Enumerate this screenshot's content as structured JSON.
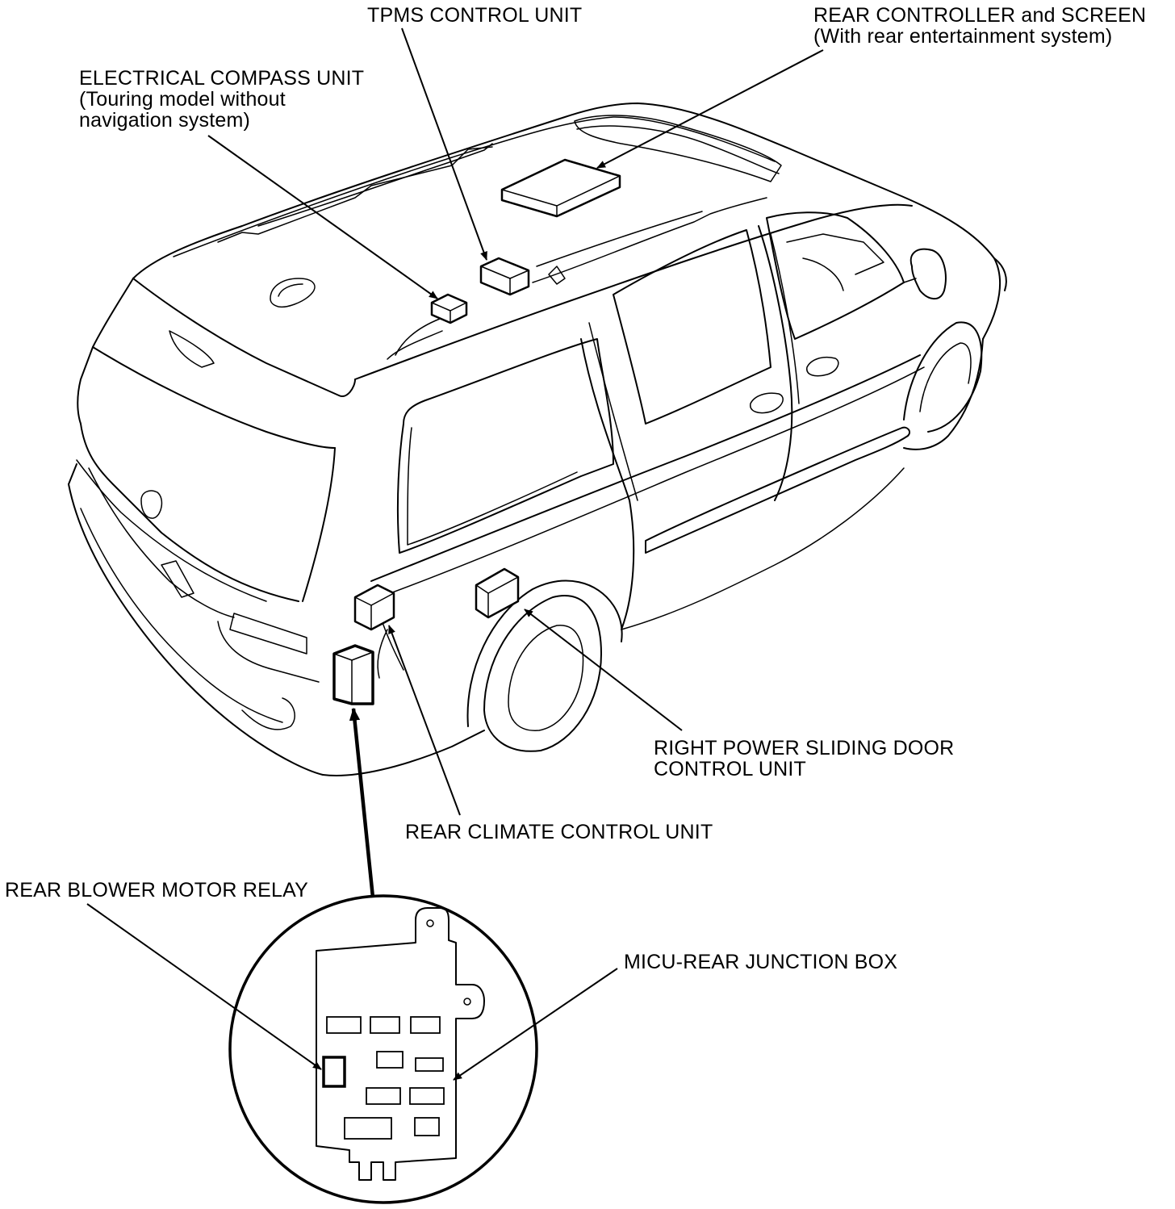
{
  "labels": {
    "tpms": "TPMS CONTROL UNIT",
    "rear_controller": [
      "REAR CONTROLLER and SCREEN",
      "(With rear entertainment system)"
    ],
    "compass": [
      "ELECTRICAL COMPASS UNIT",
      "(Touring model without",
      "navigation system)"
    ],
    "sliding_door": [
      "RIGHT POWER SLIDING DOOR",
      "CONTROL UNIT"
    ],
    "rear_climate": "REAR CLIMATE CONTROL UNIT",
    "blower_relay": "REAR BLOWER MOTOR RELAY",
    "junction_box": "MICU-REAR JUNCTION BOX"
  }
}
